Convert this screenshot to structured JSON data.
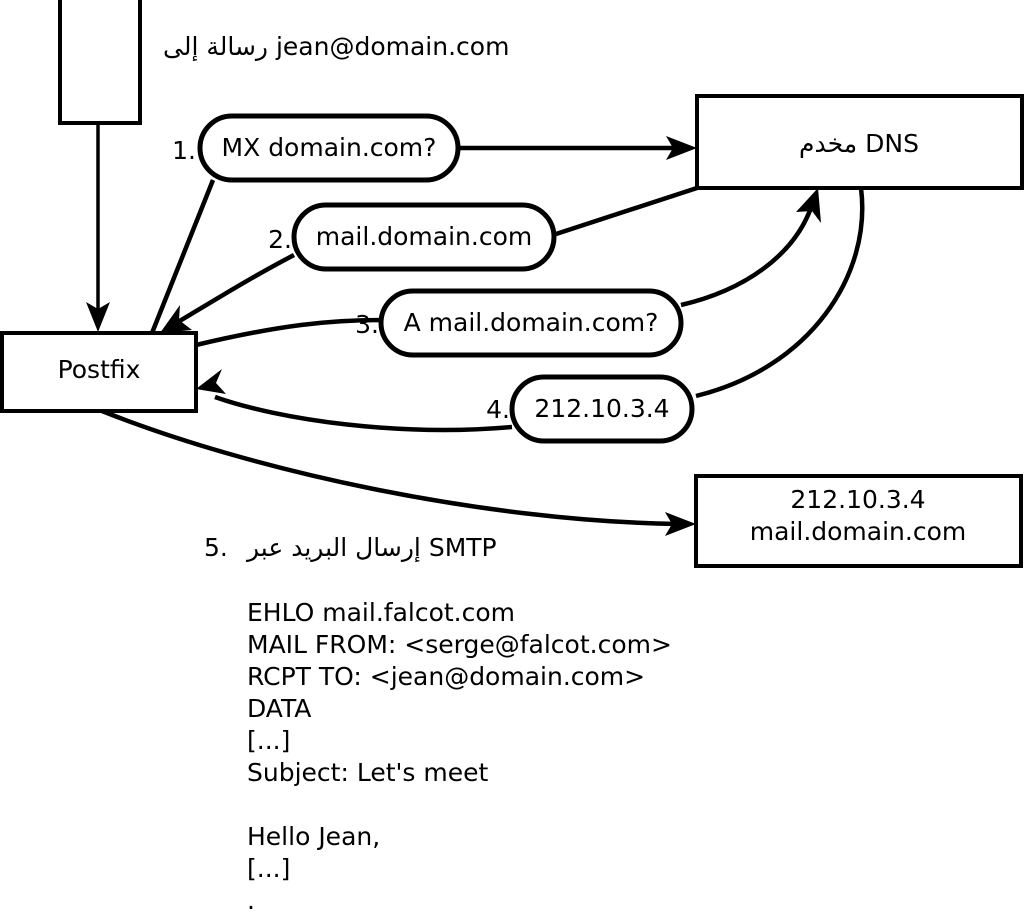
{
  "diagram": {
    "caption": "رسالة إلى jean@domain.com",
    "nodes": {
      "client": {
        "label": ""
      },
      "postfix": {
        "label": "Postfix"
      },
      "dns": {
        "label": "مخدم DNS"
      },
      "mailserver": {
        "line1": "212.10.3.4",
        "line2": "mail.domain.com"
      }
    },
    "steps": [
      {
        "num": "1.",
        "label": "MX domain.com?"
      },
      {
        "num": "2.",
        "label": "mail.domain.com"
      },
      {
        "num": "3.",
        "label": "A mail.domain.com?"
      },
      {
        "num": "4.",
        "label": "212.10.3.4"
      }
    ],
    "step5": {
      "num": "5.",
      "label": "إرسال البريد عبر SMTP"
    },
    "transcript": [
      "EHLO mail.falcot.com",
      "MAIL FROM: <serge@falcot.com>",
      "RCPT TO: <jean@domain.com>",
      "DATA",
      "[...]",
      "Subject: Let's meet",
      "",
      "Hello Jean,",
      "[...]",
      "."
    ],
    "colors": {
      "stroke": "#000000",
      "fill": "#ffffff",
      "text": "#000000"
    }
  }
}
